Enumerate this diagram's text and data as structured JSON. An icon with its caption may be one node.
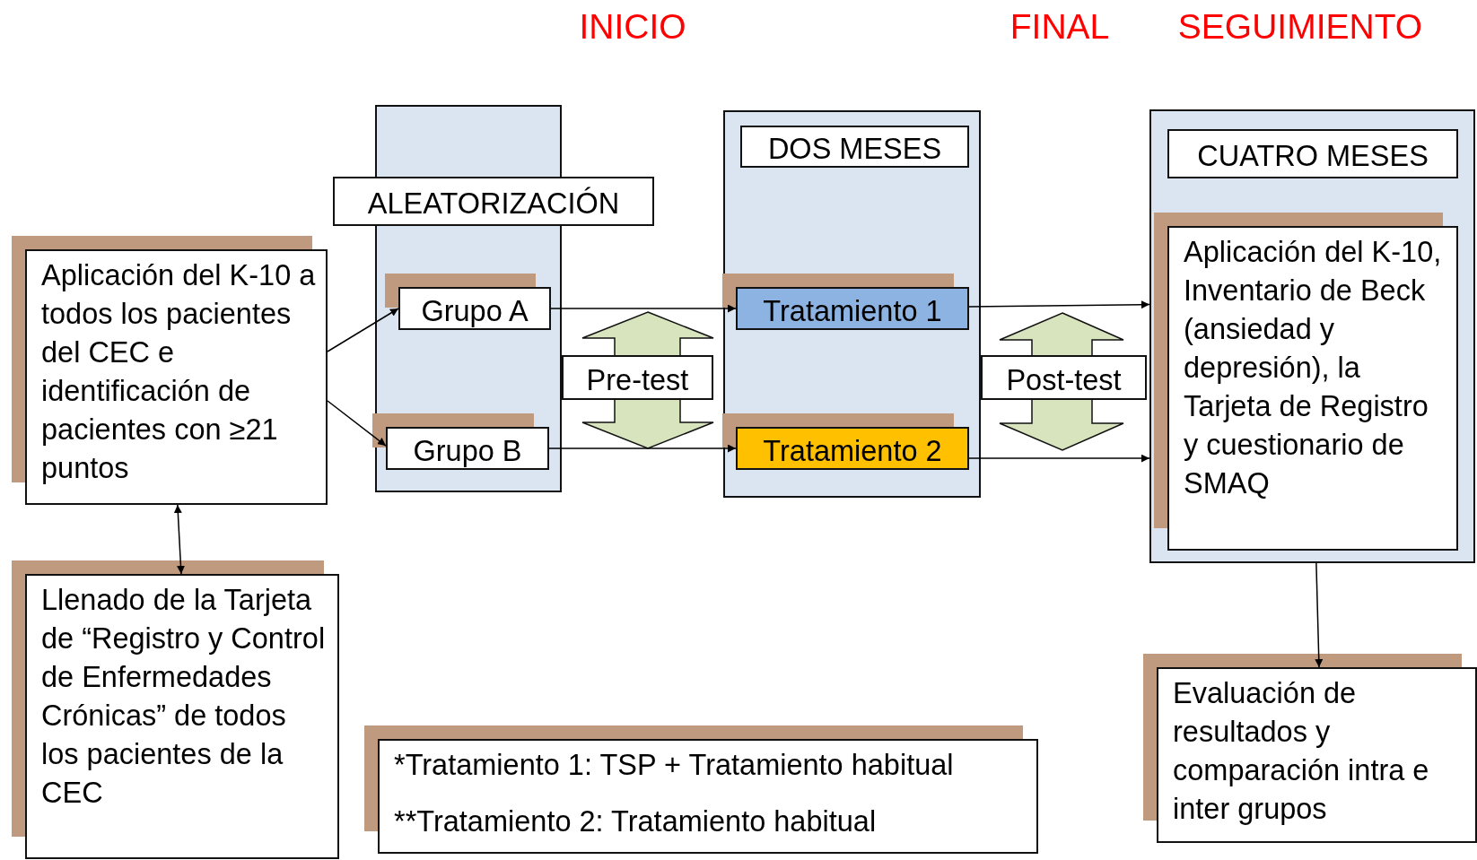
{
  "diagram": {
    "nodes": [
      {
        "text": [
          "Aplicación del K-10 a todos los pacientes del CEC e identificación de pacientes con ≥21 puntos"
        ]
      },
      {
        "text": [
          "Llenado de la Tarjeta de “Registro y Control de Enfermedades Crónicas” de todos los pacientes de la CEC"
        ]
      },
      {
        "text": [],
        "shape": "box"
      },
      {
        "text": [
          "ALEATORIZACIÓN"
        ]
      },
      {
        "text": [
          "Grupo A"
        ],
        "in": 2
      },
      {
        "text": [
          "Grupo B"
        ],
        "in": 2
      },
      {
        "text": [
          "Pre-test"
        ]
      },
      {
        "text": [],
        "shape": "box"
      },
      {
        "text": [
          "DOS MESES"
        ],
        "in": 7
      },
      {
        "text": [
          "Tratamiento 1"
        ],
        "in": 7
      },
      {
        "text": [
          "Tratamiento 2"
        ],
        "in": 7
      },
      {
        "text": [
          "Post-test"
        ]
      },
      {
        "text": [],
        "shape": "box"
      },
      {
        "text": [
          "CUATRO MESES"
        ],
        "in": 12
      },
      {
        "text": [
          "Aplicación del K-10, Inventario de Beck (ansiedad y depresión), la Tarjeta de Registro y cuestionario de SMAQ"
        ],
        "in": 12
      },
      {
        "text": [
          "Evaluación de resultados y comparación intra e inter grupos"
        ]
      },
      {
        "text": [
          "*Tratamiento 1: TSP + Tratamiento habitual",
          "**Tratamiento 2: Tratamiento habitual"
        ]
      }
    ],
    "edges": [
      {
        "from": 0,
        "to": 4,
        "arrow": "to"
      },
      {
        "from": 0,
        "to": 5,
        "arrow": "to"
      },
      {
        "from": 0,
        "to": 1,
        "arrow": "both"
      },
      {
        "from": 4,
        "to": 9,
        "arrow": "to"
      },
      {
        "from": 5,
        "to": 10,
        "arrow": "to"
      },
      {
        "from": 9,
        "to": 12,
        "arrow": "to"
      },
      {
        "from": 10,
        "to": 12,
        "arrow": "to"
      },
      {
        "from": 12,
        "to": 15,
        "arrow": "to"
      }
    ],
    "labels": [
      "INICIO",
      "FINAL",
      "SEGUIMIENTO"
    ]
  }
}
